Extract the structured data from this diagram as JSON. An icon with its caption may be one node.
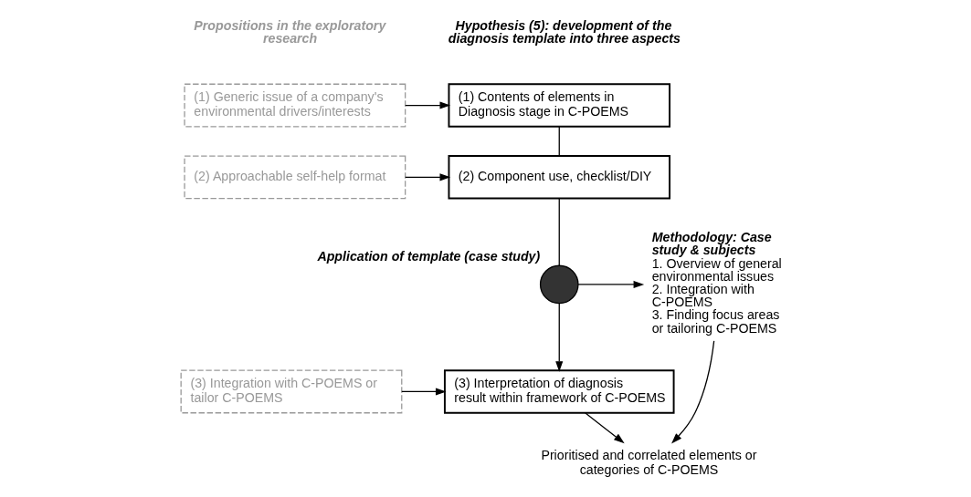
{
  "diagram": {
    "nodes": [
      {
        "text": [
          "(1) Generic issue of a company's environmental drivers/interests"
        ]
      },
      {
        "text": [
          "(1) Contents of elements in Diagnosis stage in C-POEMS"
        ]
      },
      {
        "text": [
          "(2) Approachable self-help format"
        ]
      },
      {
        "text": [
          "(2) Component use, checklist/DIY"
        ]
      },
      {
        "text": [],
        "shape": "circle",
        "beside": [
          "Application of template (case study)"
        ]
      },
      {
        "text": [
          "Methodology: Case study & subjects",
          "1. Overview of general environmental issues",
          "2. Integration with C-POEMS",
          "3. Finding focus areas or tailoring C-POEMS"
        ]
      },
      {
        "text": [
          "(3) Integration with C-POEMS or tailor C-POEMS"
        ]
      },
      {
        "text": [
          "(3) Interpretation of diagnosis result within framework of C-POEMS"
        ]
      },
      {
        "text": [
          "Prioritised and correlated elements or categories of C-POEMS"
        ]
      }
    ],
    "edges": [
      {
        "from": 0,
        "to": 1,
        "arrow": "to"
      },
      {
        "from": 1,
        "to": 3,
        "arrow": "none"
      },
      {
        "from": 2,
        "to": 3,
        "arrow": "to"
      },
      {
        "from": 3,
        "to": 4,
        "arrow": "none"
      },
      {
        "from": 4,
        "to": 5,
        "arrow": "to"
      },
      {
        "from": 4,
        "to": 7,
        "arrow": "to"
      },
      {
        "from": 6,
        "to": 7,
        "arrow": "to"
      },
      {
        "from": 7,
        "to": 8,
        "arrow": "to"
      },
      {
        "from": 5,
        "to": 8,
        "arrow": "to"
      }
    ],
    "labels": [
      "Propositions in the exploratory research",
      "Hypothesis (5): development of the diagnosis template into three aspects"
    ]
  }
}
